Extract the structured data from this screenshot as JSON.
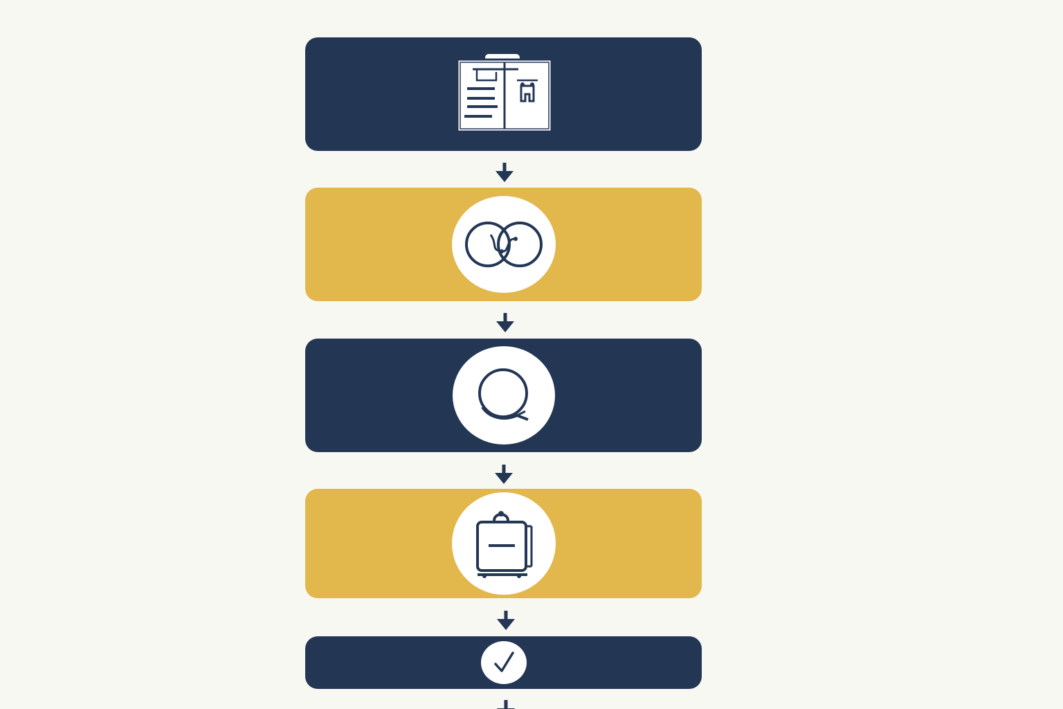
{
  "colors": {
    "background": "#f8f8f3",
    "navy": "#233654",
    "gold": "#e2b74b",
    "badge": "#ffffff"
  },
  "steps": [
    {
      "icon": "clipboard-document-icon",
      "color": "navy"
    },
    {
      "icon": "linked-rings-icon",
      "color": "gold"
    },
    {
      "icon": "speech-bubble-icon",
      "color": "navy"
    },
    {
      "icon": "suitcase-icon",
      "color": "gold"
    },
    {
      "icon": "checkmark-icon",
      "color": "navy"
    }
  ],
  "connectors": [
    {
      "icon": "arrow-down-icon"
    },
    {
      "icon": "arrow-down-icon"
    },
    {
      "icon": "arrow-down-icon"
    },
    {
      "icon": "arrow-down-icon"
    },
    {
      "icon": "arrow-down-icon"
    }
  ]
}
